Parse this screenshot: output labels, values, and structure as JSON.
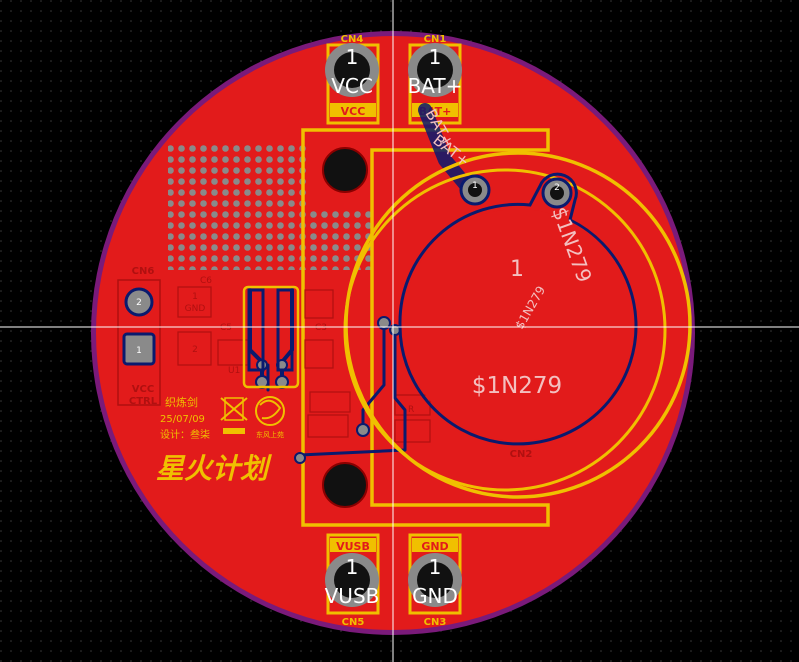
{
  "colors": {
    "background": "#000000",
    "grid_dot": "#3a3a3a",
    "crosshair": "#ffffff",
    "board_outline": "#7a1a7a",
    "copper_top": "#e21b1b",
    "copper_dark": "#b01010",
    "trace_blue": "#0a1a6e",
    "silkscreen": "#f0c000",
    "pad_gray": "#8a8a8a",
    "pad_hole": "#111111"
  },
  "connectors": {
    "cn4": {
      "ref": "CN4",
      "pad_number": "1",
      "pad_net": "VCC",
      "silk_label": "VCC"
    },
    "cn1": {
      "ref": "CN1",
      "pad_number": "1",
      "pad_net": "BAT+",
      "silk_label": "BAT+"
    },
    "cn5": {
      "ref": "CN5",
      "pad_number": "1",
      "pad_net": "VUSB",
      "silk_label": "VUSB"
    },
    "cn3": {
      "ref": "CN3",
      "pad_number": "1",
      "pad_net": "GND",
      "silk_label": "GND"
    },
    "cn6": {
      "ref": "CN6",
      "pin_top": "2",
      "pin_bottom": "1",
      "side_label_1": "VCC",
      "side_label_2": "CTRL"
    }
  },
  "battery_holder": {
    "ref": "CN2",
    "pad_number": "1",
    "net_large": "$1N279",
    "net_small": "$1N279",
    "net_rotated": "$1N279",
    "pin_label_1": "1",
    "pin_label_2": "2",
    "bat_diag_1": "BAT+",
    "bat_diag_2": "BAT+"
  },
  "small_parts": {
    "pad1": "1",
    "pad_gnd": "GND",
    "pad2": "2",
    "ref_c6": "C6",
    "ref_c5": "C5",
    "ref_u1": "U1",
    "ref_c3": "C3",
    "ref_r": "R"
  },
  "logo": {
    "line1": "织炼剑",
    "date": "25/07/09",
    "designer": "设计：叁柒",
    "brand_small": "东风上苑",
    "title": "星火计划"
  }
}
